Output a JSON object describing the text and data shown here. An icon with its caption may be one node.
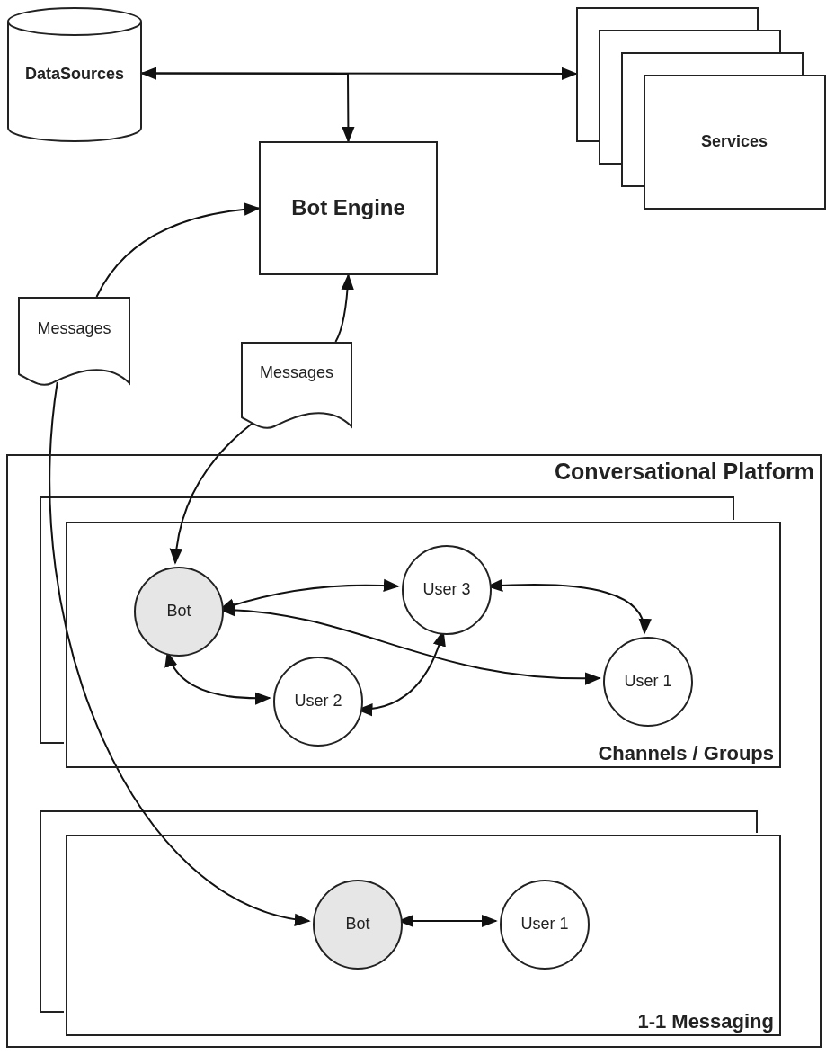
{
  "diagram": {
    "nodes": [
      {
        "text": [
          "DataSources"
        ]
      },
      {
        "text": [
          "Services"
        ]
      },
      {
        "text": [
          "Bot Engine"
        ]
      },
      {
        "text": [
          "Messages"
        ]
      },
      {
        "text": [
          "Messages"
        ]
      },
      {
        "text": [
          "Conversational Platform"
        ]
      },
      {
        "text": [
          "Channels / Groups"
        ],
        "in": 5
      },
      {
        "text": [
          "Bot"
        ],
        "in": 6
      },
      {
        "text": [
          "User 3"
        ],
        "in": 6
      },
      {
        "text": [
          "User 2"
        ],
        "in": 6
      },
      {
        "text": [
          "User 1"
        ],
        "in": 6
      },
      {
        "text": [
          "1-1 Messaging"
        ],
        "in": 5
      },
      {
        "text": [
          "Bot"
        ],
        "in": 11
      },
      {
        "text": [
          "User 1"
        ],
        "in": 11
      }
    ],
    "edges": [
      {
        "from": 0,
        "to": 1,
        "arrow": "both"
      },
      {
        "from": 0,
        "to": 2,
        "arrow": "to"
      },
      {
        "from": 3,
        "to": 2,
        "arrow": "to"
      },
      {
        "from": 3,
        "to": 12,
        "arrow": "to"
      },
      {
        "from": 4,
        "to": 2,
        "arrow": "to"
      },
      {
        "from": 4,
        "to": 7,
        "arrow": "to"
      },
      {
        "from": 7,
        "to": 8,
        "arrow": "both"
      },
      {
        "from": 7,
        "to": 10,
        "arrow": "both"
      },
      {
        "from": 8,
        "to": 10,
        "arrow": "both"
      },
      {
        "from": 7,
        "to": 9,
        "arrow": "both"
      },
      {
        "from": 9,
        "to": 8,
        "arrow": "both"
      },
      {
        "from": 12,
        "to": 13,
        "arrow": "both"
      }
    ]
  }
}
